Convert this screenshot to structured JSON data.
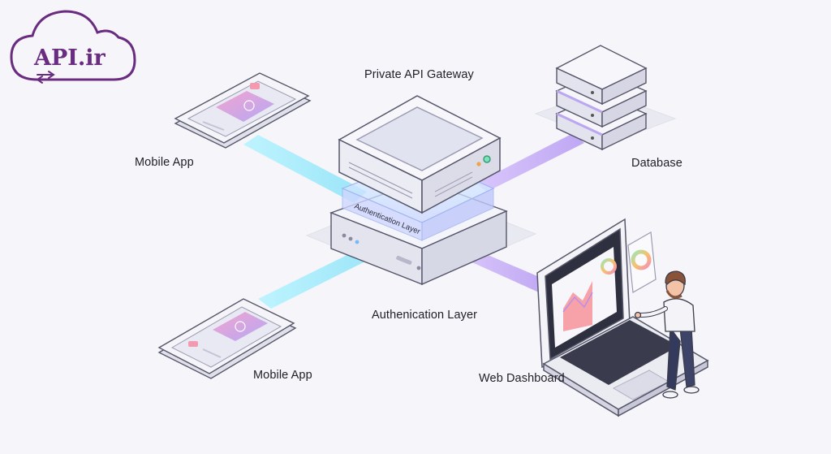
{
  "brand": {
    "logo_text": "API.ir",
    "color": "#6a2c80"
  },
  "diagram": {
    "gateway_label": "Private API Gateway",
    "inner_layer_label": "Authentication Layer",
    "auth_label": "Authenication Layer",
    "database_label": "Database",
    "web_label": "Web Dashboard",
    "mobile_top_label": "Mobile App",
    "mobile_bottom_label": "Mobile App"
  },
  "colors": {
    "beam_cyan": "#a4ecfb",
    "beam_violet": "#cbb3f6",
    "device_fill": "#eceef5",
    "outline": "#55566a",
    "accent_gradient_start": "#f3a4cf",
    "accent_gradient_end": "#b5a8f5"
  }
}
